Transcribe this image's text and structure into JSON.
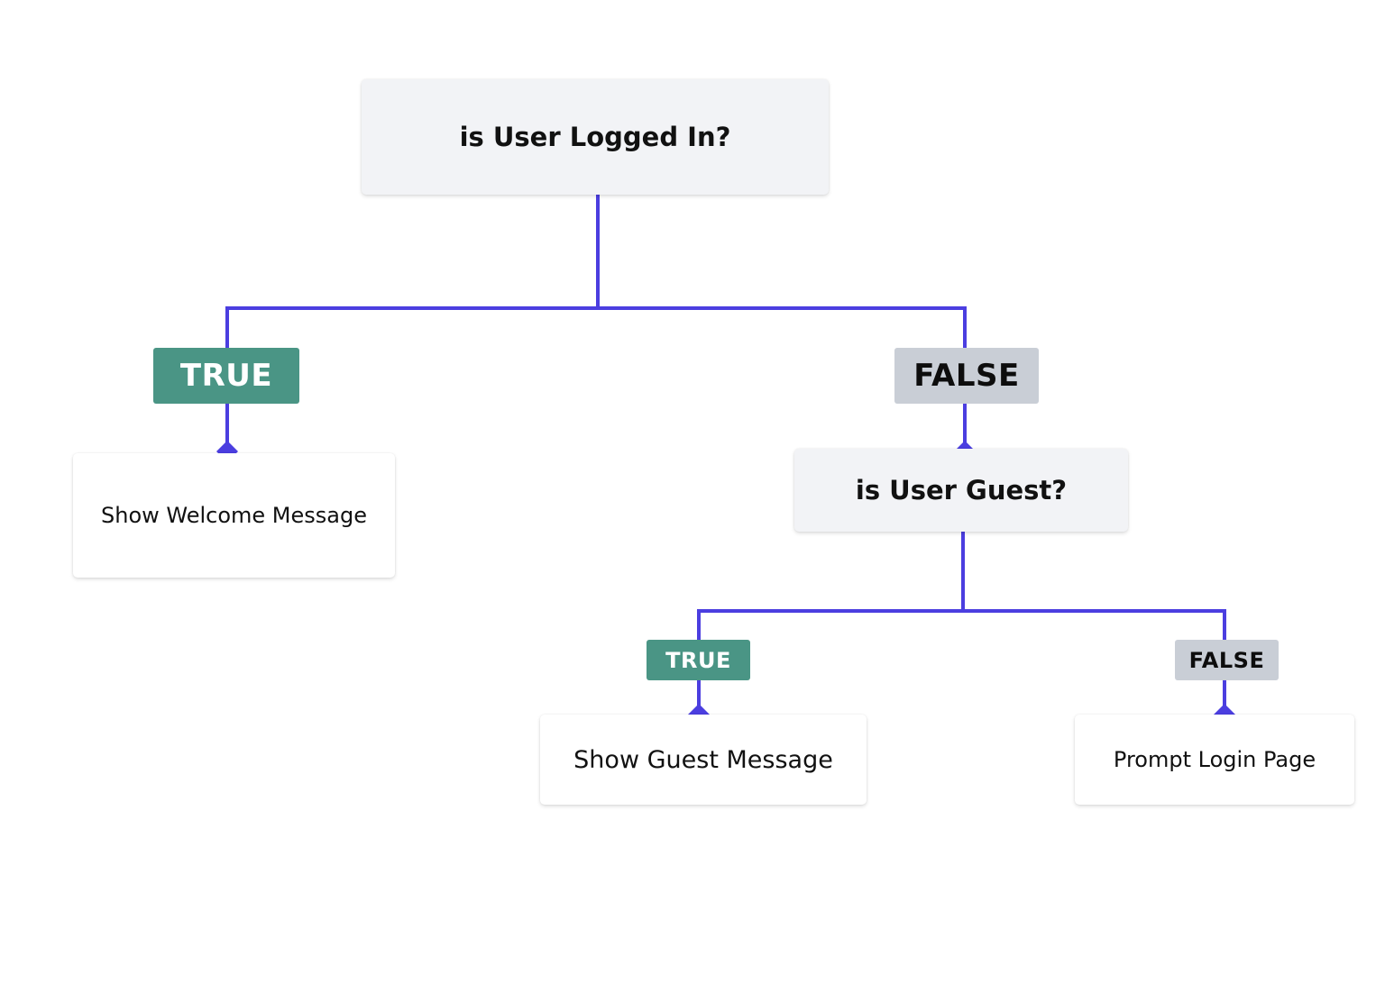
{
  "diagram": {
    "root": {
      "question": "is User Logged In?"
    },
    "root_true": {
      "label": "TRUE",
      "action": "Show Welcome Message"
    },
    "root_false": {
      "label": "FALSE",
      "question": "is User Guest?"
    },
    "guest_true": {
      "label": "TRUE",
      "action": "Show Guest Message"
    },
    "guest_false": {
      "label": "FALSE",
      "action": "Prompt Login Page"
    }
  },
  "colors": {
    "connector": "#4b3ee0",
    "true_badge": "#4a9585",
    "false_badge": "#c9ced6",
    "decision_fill": "#f2f3f6",
    "action_fill": "#ffffff"
  }
}
